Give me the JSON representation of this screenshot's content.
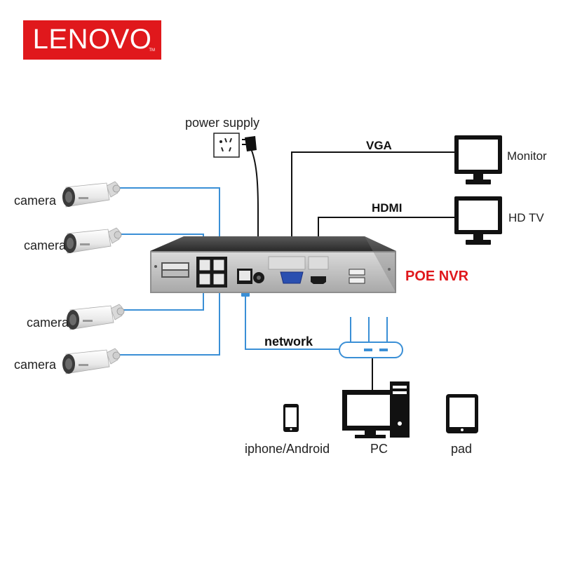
{
  "brand": {
    "logo_text": "LENOVO",
    "trademark": "TM",
    "color": "#e0181c"
  },
  "labels": {
    "power_supply": "power supply",
    "vga": "VGA",
    "hdmi": "HDMI",
    "monitor": "Monitor",
    "hd_tv": "HD TV",
    "poe_nvr": "POE NVR",
    "network": "network",
    "cameras": [
      "camera",
      "camera",
      "camera",
      "camera"
    ],
    "phone": "iphone/Android",
    "pc": "PC",
    "pad": "pad"
  },
  "colors": {
    "cable_blue": "#3a8fd6",
    "device_dark": "#111111",
    "nvr_body": "#2b2b2b",
    "accent_red": "#e0181c"
  },
  "icons": [
    "power-outlet-icon",
    "power-plug-icon",
    "monitor-icon",
    "tv-icon",
    "router-icon",
    "pc-icon",
    "phone-icon",
    "tablet-icon",
    "camera-icon"
  ]
}
